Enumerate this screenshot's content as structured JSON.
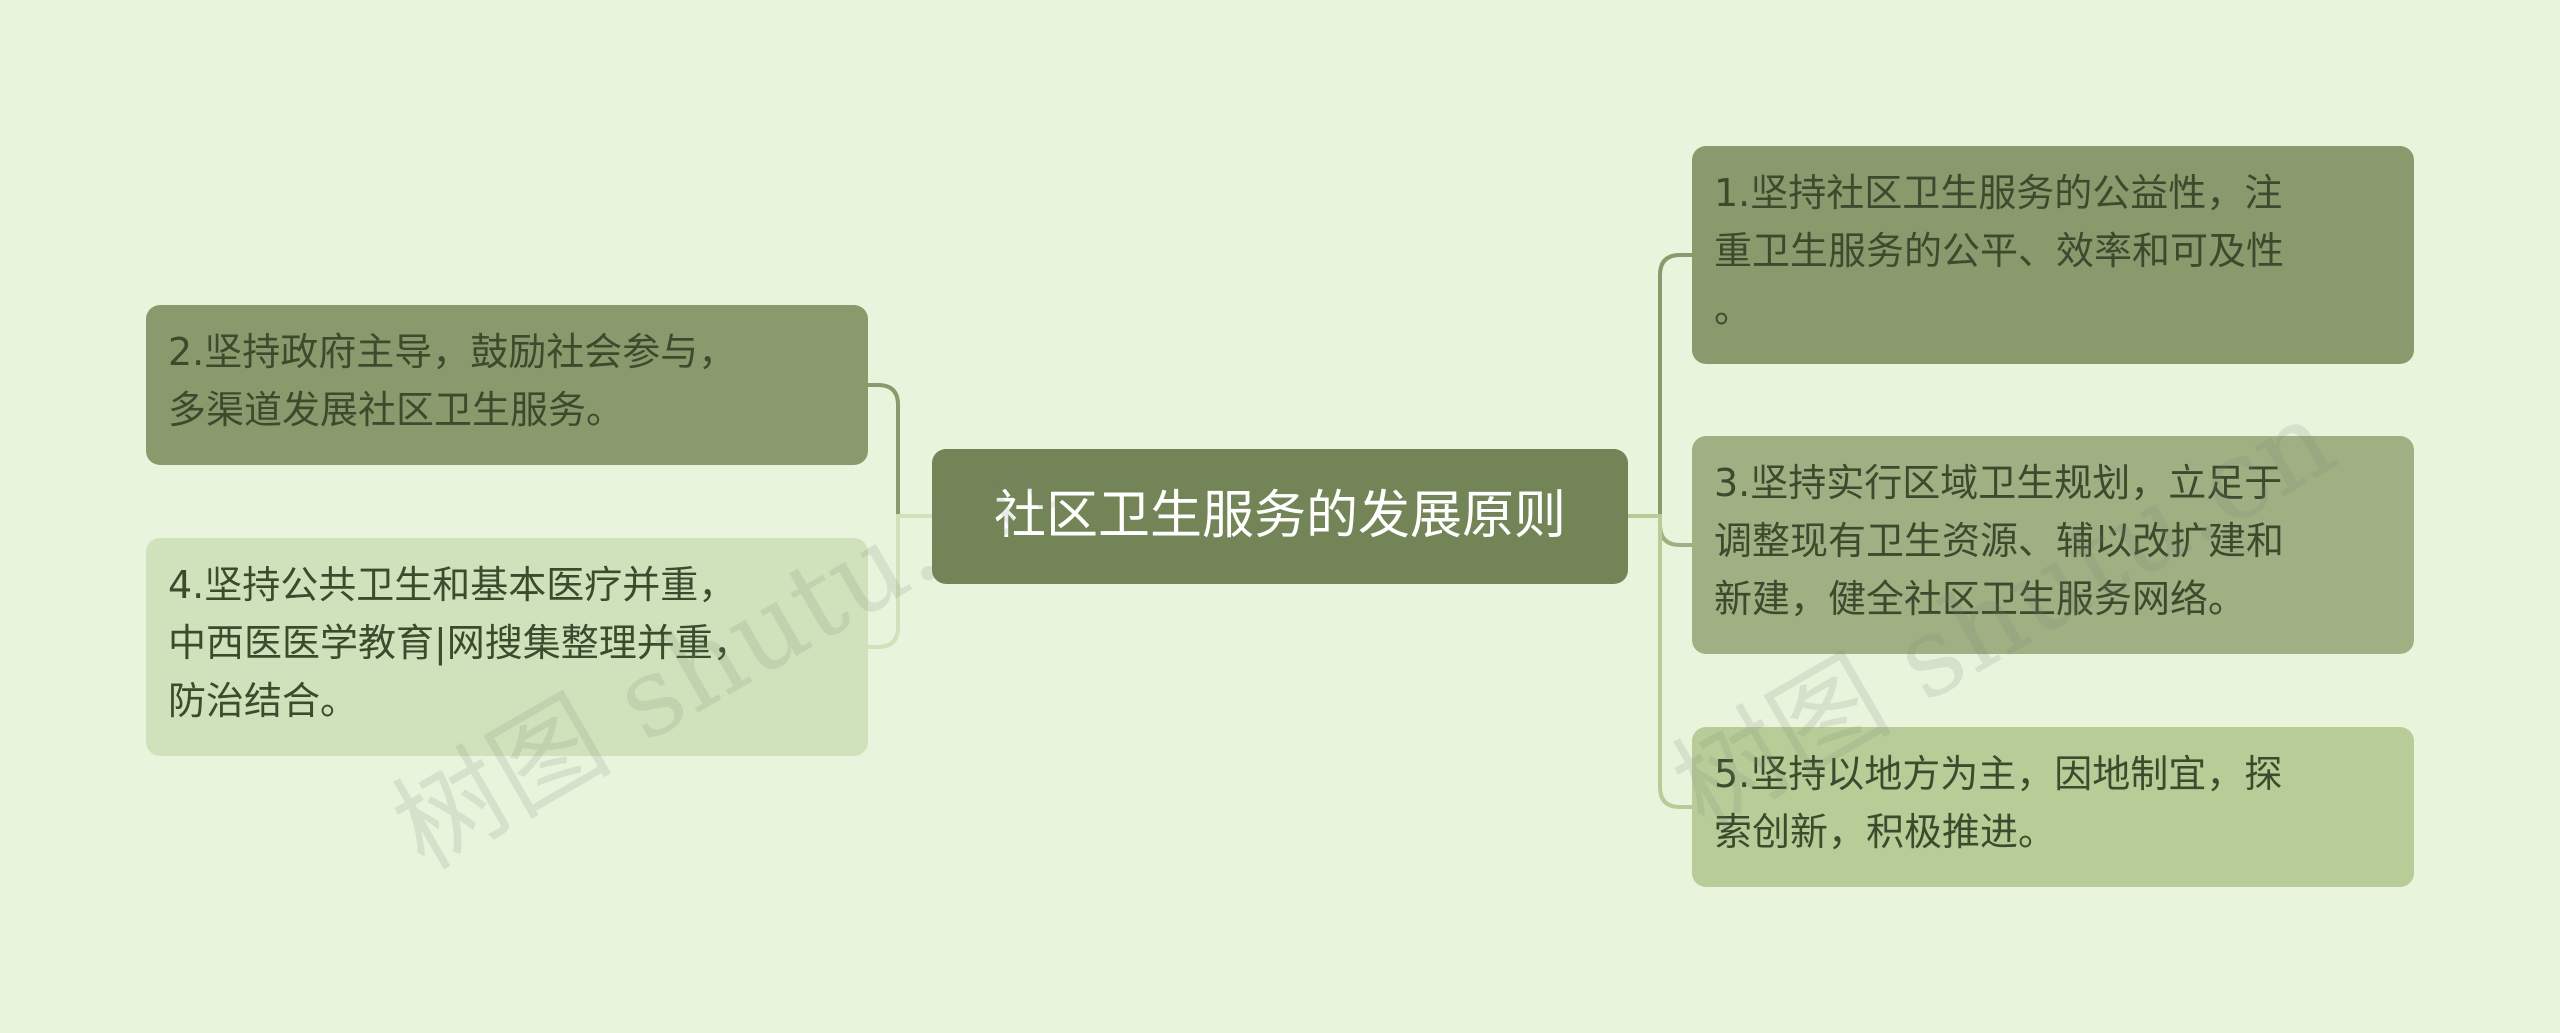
{
  "root": {
    "label": "社区卫生服务的发展原则"
  },
  "nodes": [
    {
      "id": "n1",
      "label": "1.坚持社区卫生服务的公益性，注\n重卫生服务的公平、效率和可及性\n。"
    },
    {
      "id": "n2",
      "label": "2.坚持政府主导，鼓励社会参与，\n多渠道发展社区卫生服务。"
    },
    {
      "id": "n3",
      "label": "3.坚持实行区域卫生规划，立足于\n调整现有卫生资源、辅以改扩建和\n新建，健全社区卫生服务网络。"
    },
    {
      "id": "n4",
      "label": "4.坚持公共卫生和基本医疗并重，\n中西医医学教育|网搜集整理并重，\n防治结合。"
    },
    {
      "id": "n5",
      "label": "5.坚持以地方为主，因地制宜，探\n索创新，积极推进。"
    }
  ],
  "watermark": {
    "text": "树图 shutu.cn"
  },
  "colors": {
    "background": "#e8f4dc",
    "root": "#738456",
    "node_dark": "#8b9a6d",
    "node_mid": "#9fb083",
    "node_light": "#b8cc98",
    "node_pale": "#d0e2bb"
  }
}
